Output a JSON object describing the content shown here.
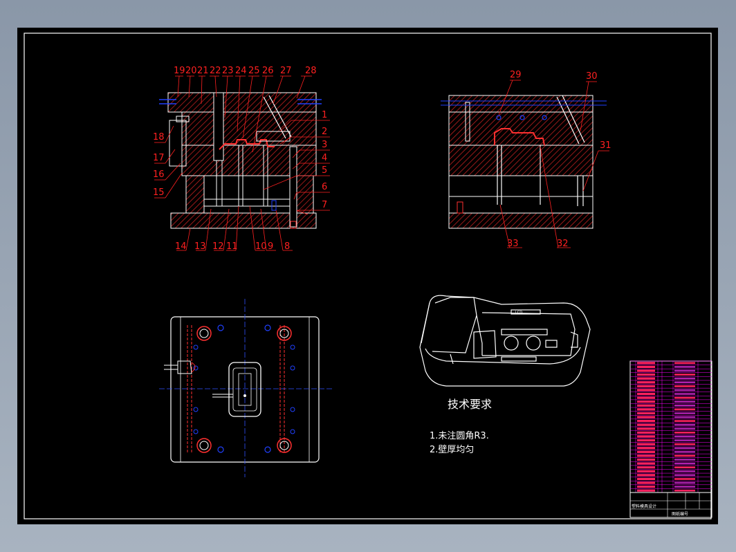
{
  "balloons_top": [
    "19",
    "20",
    "21",
    "22",
    "23",
    "24",
    "25",
    "26",
    "27",
    "28"
  ],
  "balloons_right": [
    "1",
    "2",
    "3",
    "4",
    "5",
    "6",
    "7"
  ],
  "balloons_left": [
    "18",
    "17",
    "16",
    "15"
  ],
  "balloons_bottom": [
    "14",
    "13",
    "12",
    "11",
    "10",
    "9",
    "8"
  ],
  "balloons_section2_top": [
    "29",
    "30"
  ],
  "balloon_31": "31",
  "balloons_section2_bottom": [
    "33",
    "32"
  ],
  "tech": {
    "heading": "技术要求",
    "line1": "1.未注圆角R3.",
    "line2": "2.壁厚均匀"
  },
  "product_label": "LCD",
  "title_block": {
    "caption": "塑料模具设计",
    "drawing_no": "图纸编号"
  },
  "colors": {
    "background": "#000000",
    "outline": "#ffffff",
    "balloon": "#ff2020",
    "hatch": "#ff3030",
    "bolt": "#2040ff",
    "center_line": "#3050ff",
    "parts_table": "#ff00ff"
  }
}
